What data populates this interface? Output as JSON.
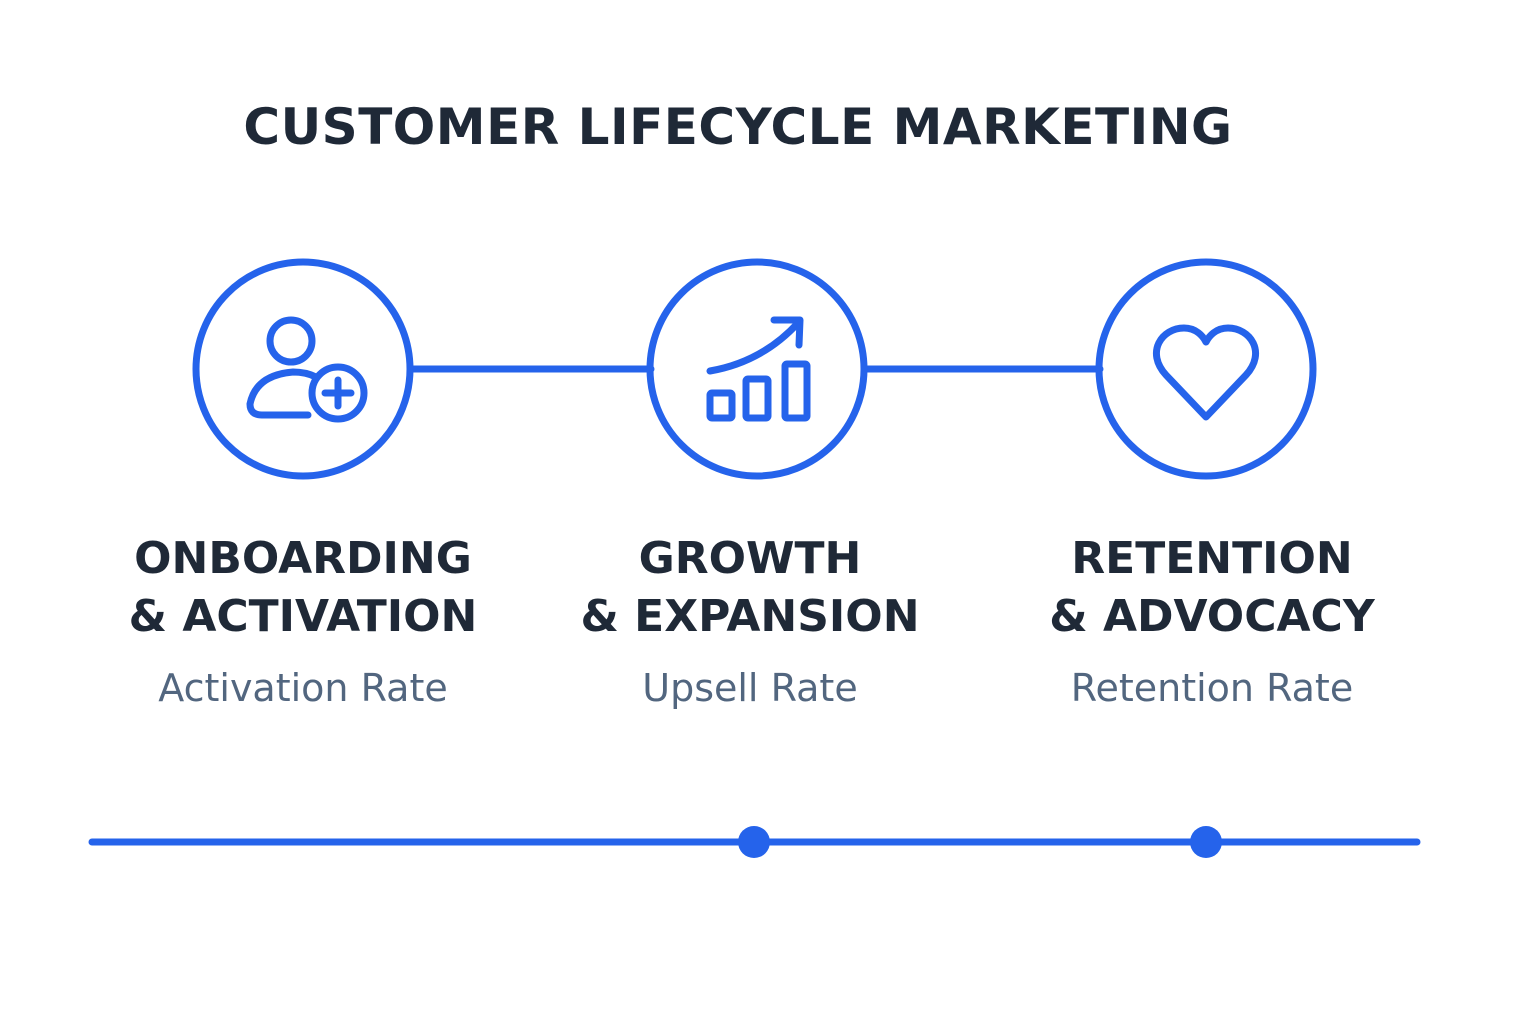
{
  "title": "CUSTOMER LIFECYCLE MARKETING",
  "colors": {
    "accent": "#2563eb",
    "heading": "#1f2937",
    "metric": "#52667f",
    "background": "#ffffff"
  },
  "stages": [
    {
      "line1": "ONBOARDING",
      "line2": "& ACTIVATION",
      "metric": "Activation Rate",
      "icon": "user-plus-icon"
    },
    {
      "line1": "GROWTH",
      "line2": "& EXPANSION",
      "metric": "Upsell Rate",
      "icon": "growth-chart-icon"
    },
    {
      "line1": "RETENTION",
      "line2": "& ADVOCACY",
      "metric": "Retention Rate",
      "icon": "heart-icon"
    }
  ]
}
